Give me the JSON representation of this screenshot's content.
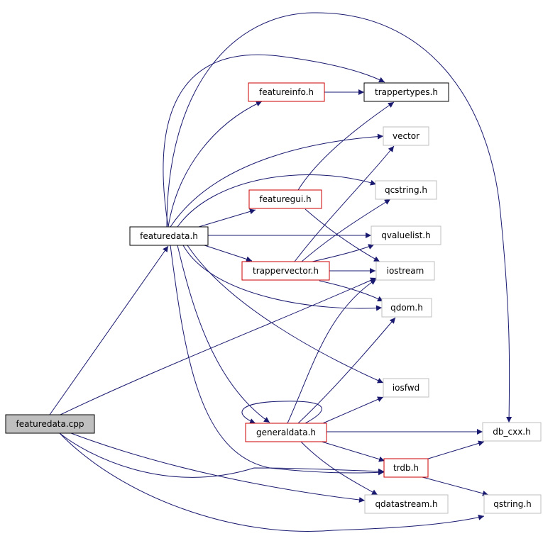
{
  "colors": {
    "edge": "#191970",
    "border_black": "#000000",
    "border_red": "#cc0000",
    "border_gray": "#bfbfbf",
    "fill_root": "#bfbfbf",
    "fill_default": "#ffffff"
  },
  "nodes": {
    "featuredata_cpp": {
      "label": "featuredata.cpp",
      "style": "root"
    },
    "featuredata_h": {
      "label": "featuredata.h",
      "style": "black"
    },
    "featureinfo_h": {
      "label": "featureinfo.h",
      "style": "red"
    },
    "trappertypes_h": {
      "label": "trappertypes.h",
      "style": "black"
    },
    "vector": {
      "label": "vector",
      "style": "gray"
    },
    "featuregui_h": {
      "label": "featuregui.h",
      "style": "red"
    },
    "qcstring_h": {
      "label": "qcstring.h",
      "style": "gray"
    },
    "qvaluelist_h": {
      "label": "qvaluelist.h",
      "style": "gray"
    },
    "trappervector_h": {
      "label": "trappervector.h",
      "style": "red"
    },
    "iostream": {
      "label": "iostream",
      "style": "gray"
    },
    "qdom_h": {
      "label": "qdom.h",
      "style": "gray"
    },
    "iosfwd": {
      "label": "iosfwd",
      "style": "gray"
    },
    "generaldata_h": {
      "label": "generaldata.h",
      "style": "red"
    },
    "db_cxx_h": {
      "label": "db_cxx.h",
      "style": "gray"
    },
    "trdb_h": {
      "label": "trdb.h",
      "style": "red"
    },
    "qdatastream_h": {
      "label": "qdatastream.h",
      "style": "gray"
    },
    "qstring_h": {
      "label": "qstring.h",
      "style": "gray"
    }
  },
  "edges": [
    [
      "featuredata_cpp",
      "featuredata_h"
    ],
    [
      "featuredata_cpp",
      "iostream"
    ],
    [
      "featuredata_cpp",
      "trdb_h"
    ],
    [
      "featuredata_cpp",
      "qdatastream_h"
    ],
    [
      "featuredata_cpp",
      "qstring_h"
    ],
    [
      "featuredata_h",
      "featureinfo_h"
    ],
    [
      "featuredata_h",
      "trappertypes_h"
    ],
    [
      "featuredata_h",
      "vector"
    ],
    [
      "featuredata_h",
      "featuregui_h"
    ],
    [
      "featuredata_h",
      "qcstring_h"
    ],
    [
      "featuredata_h",
      "qvaluelist_h"
    ],
    [
      "featuredata_h",
      "trappervector_h"
    ],
    [
      "featuredata_h",
      "qdom_h"
    ],
    [
      "featuredata_h",
      "iosfwd"
    ],
    [
      "featuredata_h",
      "generaldata_h"
    ],
    [
      "featuredata_h",
      "db_cxx_h"
    ],
    [
      "featuredata_h",
      "trdb_h"
    ],
    [
      "featureinfo_h",
      "trappertypes_h"
    ],
    [
      "featuregui_h",
      "trappertypes_h"
    ],
    [
      "featuregui_h",
      "iostream"
    ],
    [
      "trappervector_h",
      "vector"
    ],
    [
      "trappervector_h",
      "qcstring_h"
    ],
    [
      "trappervector_h",
      "qvaluelist_h"
    ],
    [
      "trappervector_h",
      "iostream"
    ],
    [
      "trappervector_h",
      "qdom_h"
    ],
    [
      "generaldata_h",
      "generaldata_h"
    ],
    [
      "generaldata_h",
      "iostream"
    ],
    [
      "generaldata_h",
      "qdom_h"
    ],
    [
      "generaldata_h",
      "iosfwd"
    ],
    [
      "generaldata_h",
      "db_cxx_h"
    ],
    [
      "generaldata_h",
      "trdb_h"
    ],
    [
      "generaldata_h",
      "qdatastream_h"
    ],
    [
      "trdb_h",
      "db_cxx_h"
    ],
    [
      "trdb_h",
      "qstring_h"
    ]
  ]
}
